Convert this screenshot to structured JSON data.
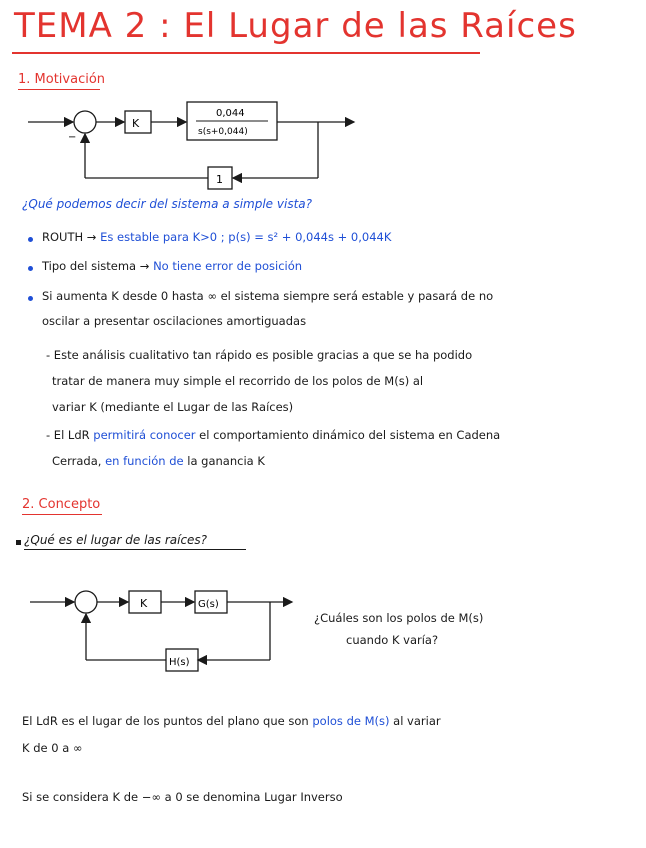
{
  "title": "TEMA 2 : El Lugar de las Raíces",
  "section1": {
    "heading": "1. Motivación",
    "diagram": {
      "gain": "K",
      "tf_num": "0,044",
      "tf_den": "s(s+0,044)",
      "feedback": "1"
    },
    "question": "¿Qué podemos decir del sistema a simple vista?",
    "bullets": [
      {
        "lead": "ROUTH",
        "arrow": "→",
        "text": "Es estable para K>0 ; p(s) = s² + 0,044s + 0,044K"
      },
      {
        "lead": "Tipo del sistema",
        "arrow": "→",
        "text": "No tiene error de posición"
      },
      {
        "lead": "",
        "arrow": "",
        "text": "Si aumenta K desde 0 hasta ∞ el sistema siempre será estable y pasará de no"
      }
    ],
    "bullet3_cont": "oscilar a presentar oscilaciones amortiguadas",
    "sub1": [
      "- Este análisis cualitativo tan rápido es posible gracias a que se ha podido",
      "tratar de manera muy simple el recorrido de los polos de M(s) al",
      "variar K (mediante el Lugar de las Raíces)"
    ],
    "sub2_black1": "- El LdR ",
    "sub2_blue1": "permitirá conocer",
    "sub2_black2": " el comportamiento dinámico del sistema en Cadena",
    "sub2_line2_black": "Cerrada,",
    "sub2_line2_blue": " en función de",
    "sub2_line2_black2": " la ganancia K"
  },
  "section2": {
    "heading": "2. Concepto",
    "question": "¿Qué es el lugar de las raíces?",
    "diagram": {
      "gain": "K",
      "g": "G(s)",
      "h": "H(s)"
    },
    "side_q1": "¿Cuáles son los polos de M(s)",
    "side_q2": "cuando K varía?",
    "def1_black": "El LdR es el lugar de los puntos del plano que son ",
    "def1_blue": "polos de M(s)",
    "def1_black2": " al variar",
    "def2": "K de 0 a ∞",
    "inverse": "Si se considera K de −∞ a 0 se denomina Lugar Inverso"
  },
  "colors": {
    "heading": "#e3342f",
    "accent": "#1f4fd6",
    "ink": "#1a1a1a"
  }
}
